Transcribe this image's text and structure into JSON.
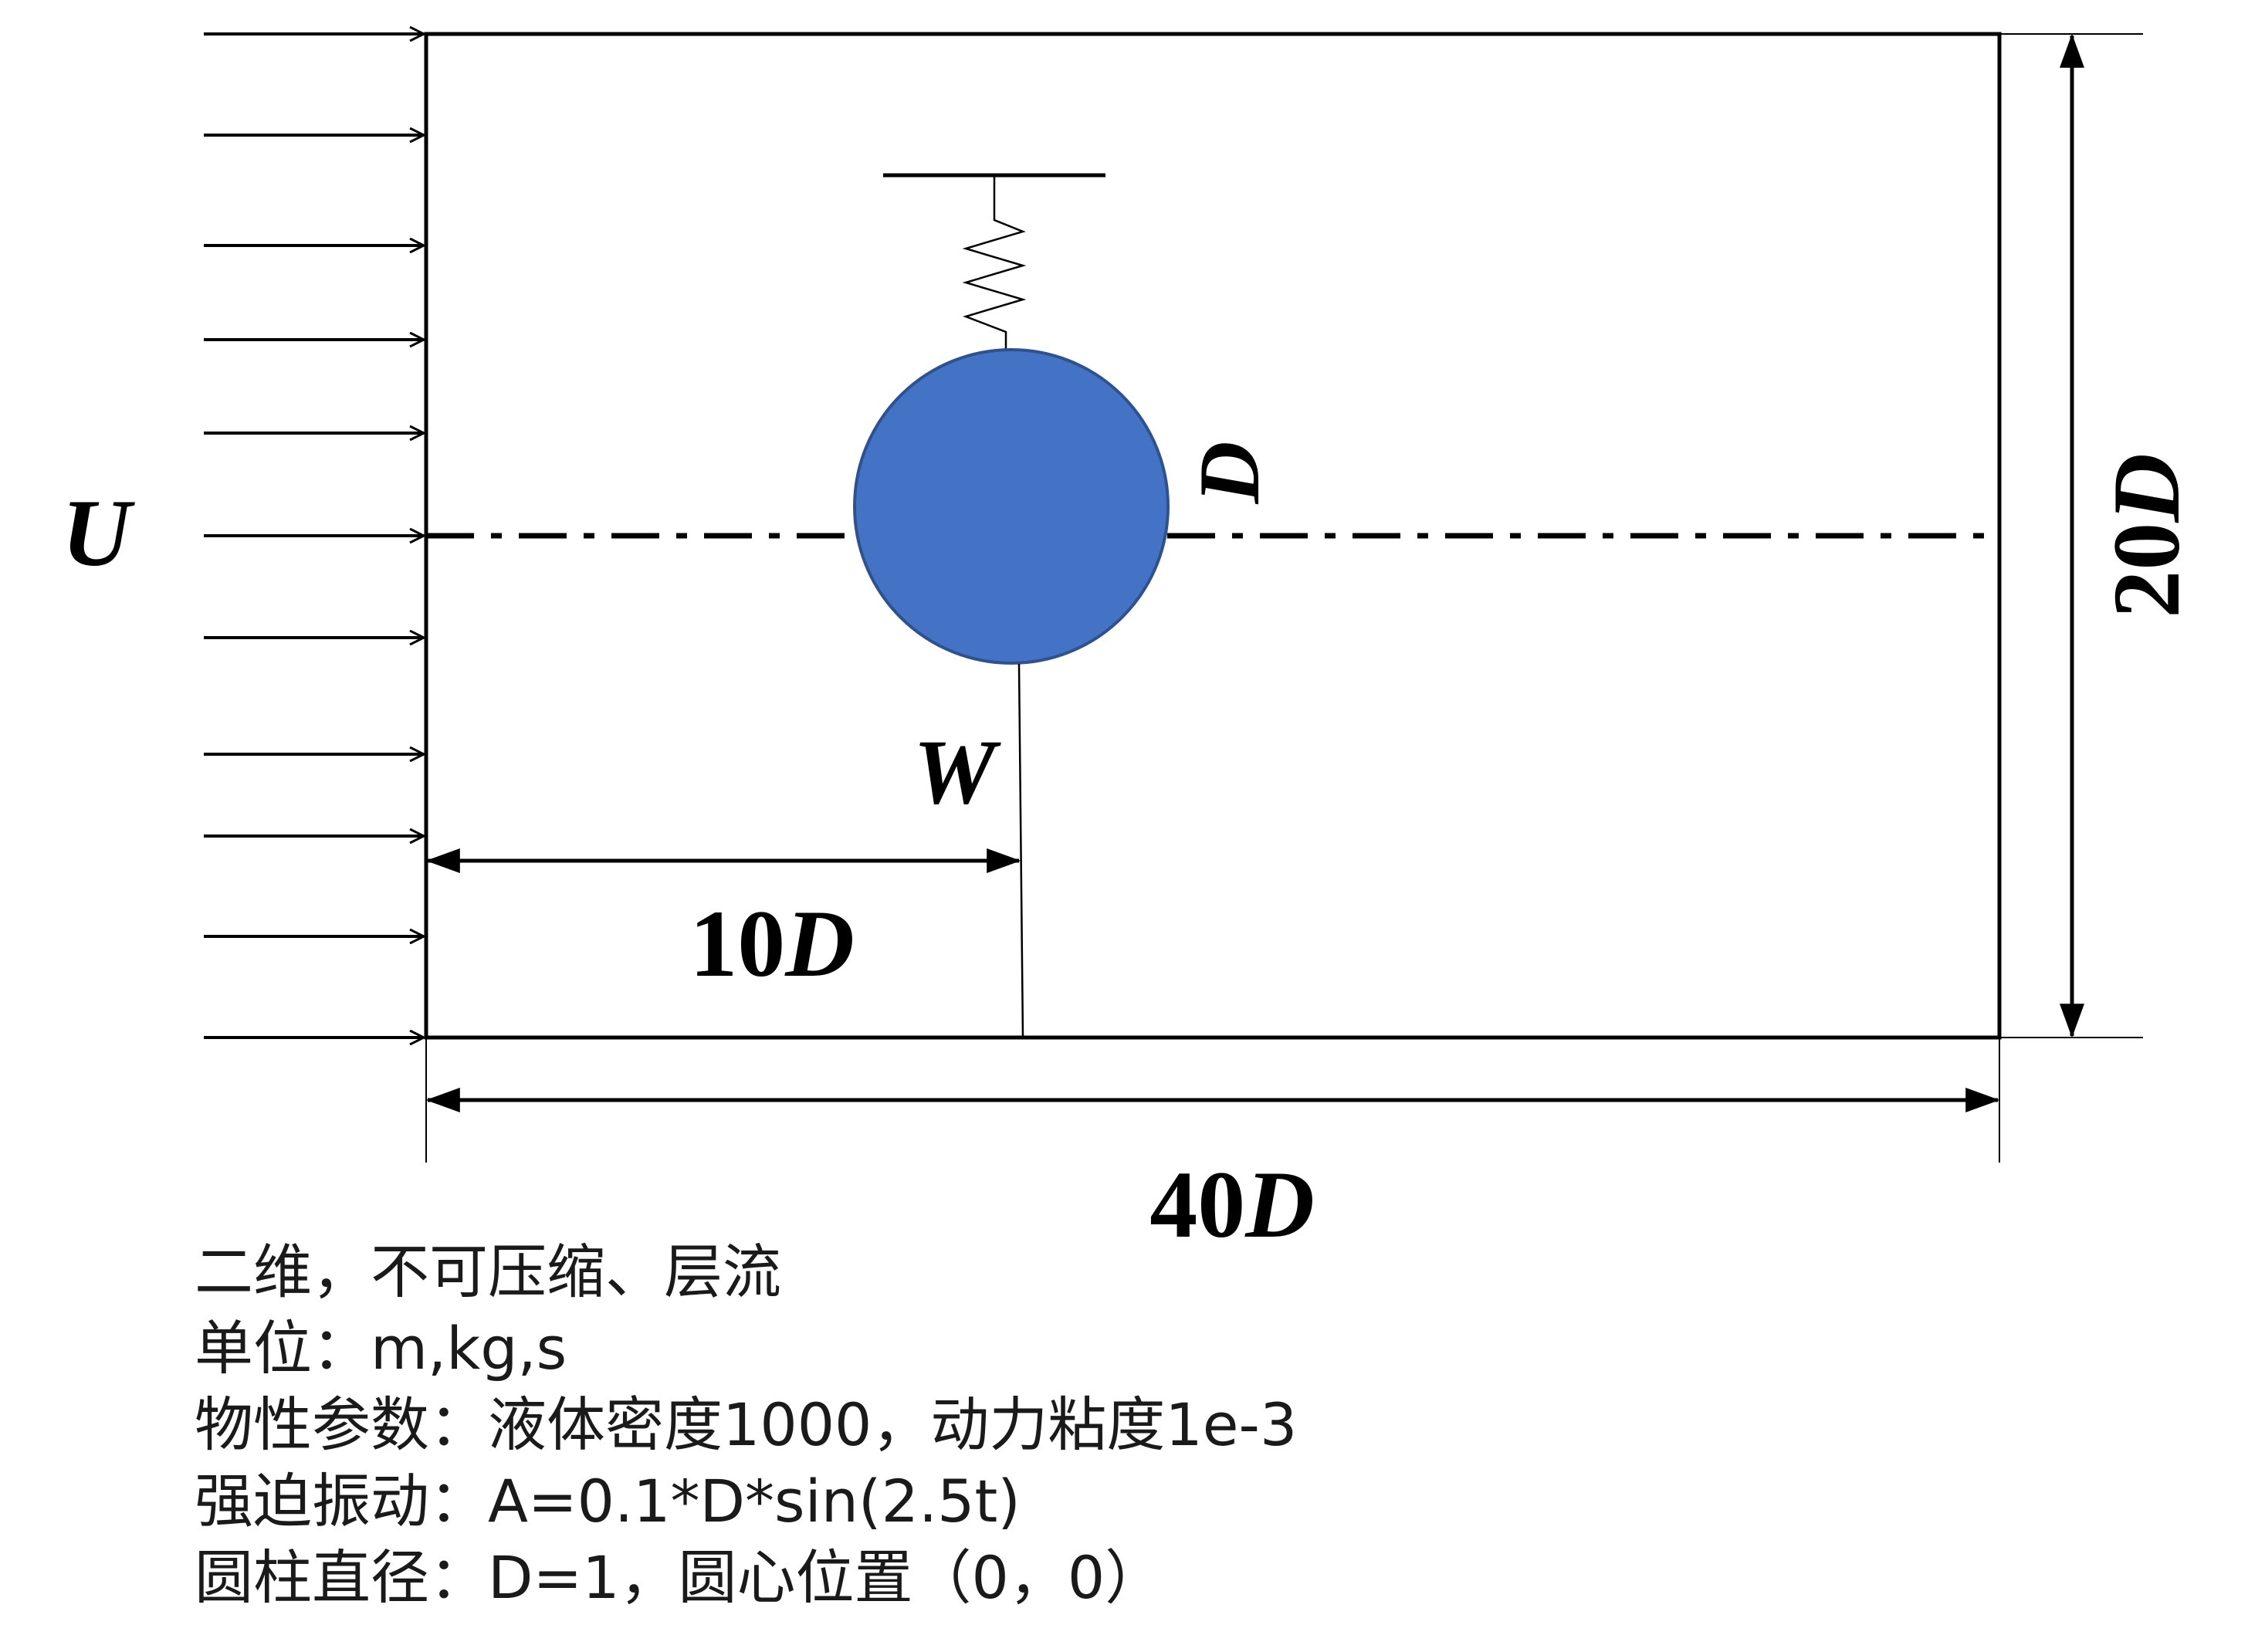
{
  "diagram": {
    "labels": {
      "inflow": "U",
      "cylinder_diameter": "D",
      "wall": "W",
      "offset_number": "10",
      "offset_unit": "D",
      "length_number": "40",
      "length_unit": "D",
      "height_number": "20",
      "height_unit": "D"
    },
    "colors": {
      "cylinder_fill": "#4472c4",
      "cylinder_stroke": "#2f528f",
      "lines": "#000000"
    },
    "inflow_arrow_count": 11
  },
  "notes": [
    "二维，不可压缩、层流",
    "单位：m,kg,s",
    "物性参数：液体密度1000，动力粘度1e-3",
    "强迫振动：A=0.1*D*sin(2.5t)",
    "圆柱直径：D=1，圆心位置（0，0）"
  ]
}
